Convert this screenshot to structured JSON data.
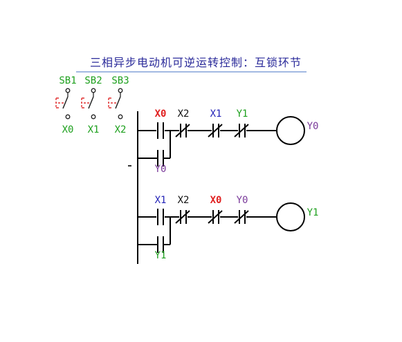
{
  "title": "三相异步电动机可逆运转控制：互锁环节",
  "colors": {
    "title": "#2a2a9a",
    "title_rule": "#6a8fd0",
    "green": "#1ea01e",
    "red": "#e02020",
    "blue": "#2424b8",
    "purple": "#7a3a9a",
    "switch_red": "#e03030"
  },
  "switches": [
    {
      "top_label": "SB1",
      "bottom_label": "X0"
    },
    {
      "top_label": "SB2",
      "bottom_label": "X1"
    },
    {
      "top_label": "SB3",
      "bottom_label": "X2"
    }
  ],
  "rungs": [
    {
      "contacts": [
        {
          "label": "X0",
          "type": "NO",
          "color": "red"
        },
        {
          "label": "X2",
          "type": "NC",
          "color": "black"
        },
        {
          "label": "X1",
          "type": "NC",
          "color": "blue"
        },
        {
          "label": "Y1",
          "type": "NC",
          "color": "green"
        }
      ],
      "seal_contact": {
        "label": "Y0",
        "type": "NO",
        "color": "purple"
      },
      "coil": {
        "label": "Y0",
        "color": "purple"
      }
    },
    {
      "contacts": [
        {
          "label": "X1",
          "type": "NO",
          "color": "blue"
        },
        {
          "label": "X2",
          "type": "NC",
          "color": "black"
        },
        {
          "label": "X0",
          "type": "NC",
          "color": "red"
        },
        {
          "label": "Y0",
          "type": "NC",
          "color": "purple"
        }
      ],
      "seal_contact": {
        "label": "Y1",
        "type": "NO",
        "color": "green"
      },
      "coil": {
        "label": "Y1",
        "color": "green"
      }
    }
  ]
}
